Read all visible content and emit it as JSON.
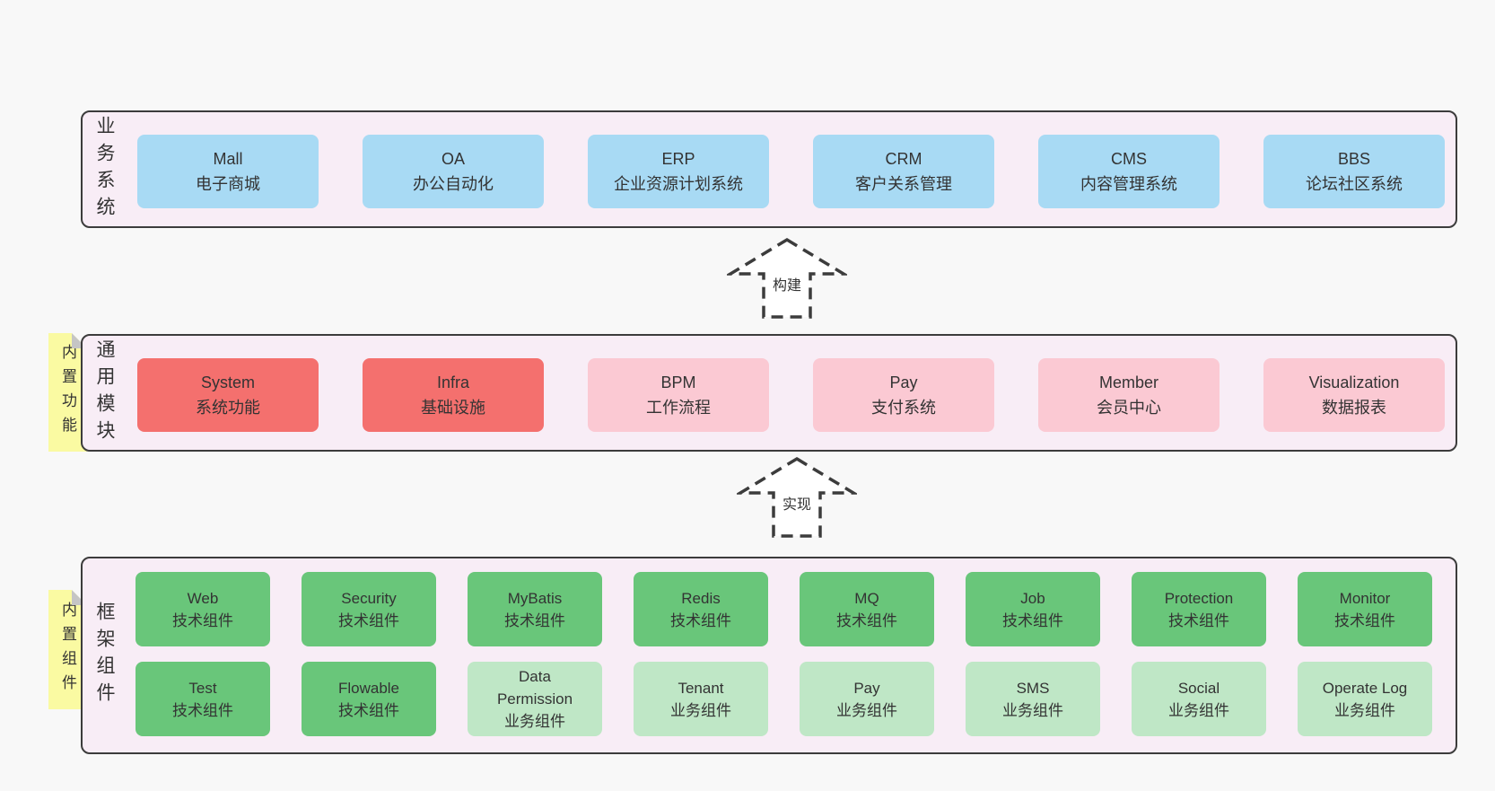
{
  "colors": {
    "page_bg": "#f8f8f8",
    "band_bg": "#f8edf6",
    "band_border": "#3c3c3c",
    "blue_box": "#a8daf4",
    "red_box": "#f4706e",
    "pink_box": "#fbc9d3",
    "green_box": "#69c67a",
    "light_green_box": "#bfe7c6",
    "sticky_yellow": "#fafaa2",
    "sticky_fold_gray": "#c5c5c5",
    "arrow_fill": "#ffffff",
    "arrow_stroke": "#3c3c3c",
    "text": "#333333"
  },
  "arrows": [
    {
      "label": "构建"
    },
    {
      "label": "实现"
    }
  ],
  "bands": [
    {
      "name": "business-systems",
      "side_label": "业务系统",
      "boxes": [
        {
          "en": "Mall",
          "zh": "电子商城"
        },
        {
          "en": "OA",
          "zh": "办公自动化"
        },
        {
          "en": "ERP",
          "zh": "企业资源计划系统"
        },
        {
          "en": "CRM",
          "zh": "客户关系管理"
        },
        {
          "en": "CMS",
          "zh": "内容管理系统"
        },
        {
          "en": "BBS",
          "zh": "论坛社区系统"
        }
      ]
    },
    {
      "name": "common-modules",
      "side_label": "通用模块",
      "sticky_note": "内置功能",
      "boxes": [
        {
          "en": "System",
          "zh": "系统功能",
          "variant": "red"
        },
        {
          "en": "Infra",
          "zh": "基础设施",
          "variant": "red"
        },
        {
          "en": "BPM",
          "zh": "工作流程",
          "variant": "pink"
        },
        {
          "en": "Pay",
          "zh": "支付系统",
          "variant": "pink"
        },
        {
          "en": "Member",
          "zh": "会员中心",
          "variant": "pink"
        },
        {
          "en": "Visualization",
          "zh": "数据报表",
          "variant": "pink"
        }
      ]
    },
    {
      "name": "framework-components",
      "side_label": "框架组件",
      "sticky_note": "内置组件",
      "rows": [
        [
          {
            "en": "Web",
            "zh": "技术组件",
            "variant": "green"
          },
          {
            "en": "Security",
            "zh": "技术组件",
            "variant": "green"
          },
          {
            "en": "MyBatis",
            "zh": "技术组件",
            "variant": "green"
          },
          {
            "en": "Redis",
            "zh": "技术组件",
            "variant": "green"
          },
          {
            "en": "MQ",
            "zh": "技术组件",
            "variant": "green"
          },
          {
            "en": "Job",
            "zh": "技术组件",
            "variant": "green"
          },
          {
            "en": "Protection",
            "zh": "技术组件",
            "variant": "green"
          },
          {
            "en": "Monitor",
            "zh": "技术组件",
            "variant": "green"
          }
        ],
        [
          {
            "en": "Test",
            "zh": "技术组件",
            "variant": "green"
          },
          {
            "en": "Flowable",
            "zh": "技术组件",
            "variant": "green"
          },
          {
            "en": "Data Permission",
            "zh": "业务组件",
            "variant": "green-light"
          },
          {
            "en": "Tenant",
            "zh": "业务组件",
            "variant": "green-light"
          },
          {
            "en": "Pay",
            "zh": "业务组件",
            "variant": "green-light"
          },
          {
            "en": "SMS",
            "zh": "业务组件",
            "variant": "green-light"
          },
          {
            "en": "Social",
            "zh": "业务组件",
            "variant": "green-light"
          },
          {
            "en": "Operate Log",
            "zh": "业务组件",
            "variant": "green-light"
          }
        ]
      ]
    }
  ]
}
